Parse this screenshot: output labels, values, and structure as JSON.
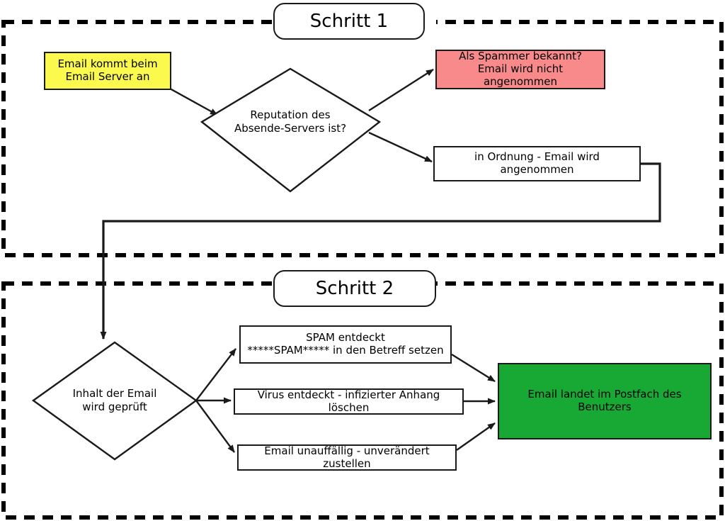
{
  "diagram": {
    "title_implicit": "Email Spam Filter Prozess",
    "background": "#ffffff",
    "stroke": "#1a1a1a",
    "colors": {
      "yellow": "#fbf84e",
      "red": "#f98a8b",
      "green": "#18a935",
      "white": "#ffffff",
      "line": "#1a1a1a"
    }
  },
  "stages": [
    {
      "id": "schritt1",
      "label": "Schritt 1"
    },
    {
      "id": "schritt2",
      "label": "Schritt 2"
    }
  ],
  "nodes": {
    "start": {
      "label_line1": "Email kommt beim",
      "label_line2": "Email Server an",
      "shape": "rect",
      "fill": "#fbf84e"
    },
    "reputation": {
      "label_line1": "Reputation des",
      "label_line2": "Absende-Servers ist?",
      "shape": "diamond",
      "fill": "#ffffff"
    },
    "spammer": {
      "label_line1": "Als Spammer bekannt?",
      "label_line2": "Email wird nicht angenommen",
      "shape": "rect",
      "fill": "#f98a8b"
    },
    "ok": {
      "label_line1": "in Ordnung - Email wird angenommen",
      "shape": "rect",
      "fill": "#ffffff"
    },
    "inhalt": {
      "label_line1": "Inhalt der Email",
      "label_line2": "wird geprüft",
      "shape": "diamond",
      "fill": "#ffffff"
    },
    "spam": {
      "label_line1": "SPAM entdeckt",
      "label_line2": "*****SPAM***** in den Betreff setzen",
      "shape": "rect",
      "fill": "#ffffff"
    },
    "virus": {
      "label_line1": "Virus entdeckt - infizierter Anhang löschen",
      "shape": "rect",
      "fill": "#ffffff"
    },
    "unauffaellig": {
      "label_line1": "Email unauffällig - unverändert zustellen",
      "shape": "rect",
      "fill": "#ffffff"
    },
    "postfach": {
      "label_line1": "Email landet im Postfach des Benutzers",
      "shape": "rect",
      "fill": "#18a935"
    }
  },
  "edges": [
    {
      "from": "start",
      "to": "reputation",
      "label": ""
    },
    {
      "from": "reputation",
      "to": "spammer",
      "label": ""
    },
    {
      "from": "reputation",
      "to": "ok",
      "label": ""
    },
    {
      "from": "ok",
      "to": "inhalt",
      "label": ""
    },
    {
      "from": "inhalt",
      "to": "spam",
      "label": ""
    },
    {
      "from": "inhalt",
      "to": "virus",
      "label": ""
    },
    {
      "from": "inhalt",
      "to": "unauffaellig",
      "label": ""
    },
    {
      "from": "spam",
      "to": "postfach",
      "label": ""
    },
    {
      "from": "virus",
      "to": "postfach",
      "label": ""
    },
    {
      "from": "unauffaellig",
      "to": "postfach",
      "label": ""
    }
  ]
}
